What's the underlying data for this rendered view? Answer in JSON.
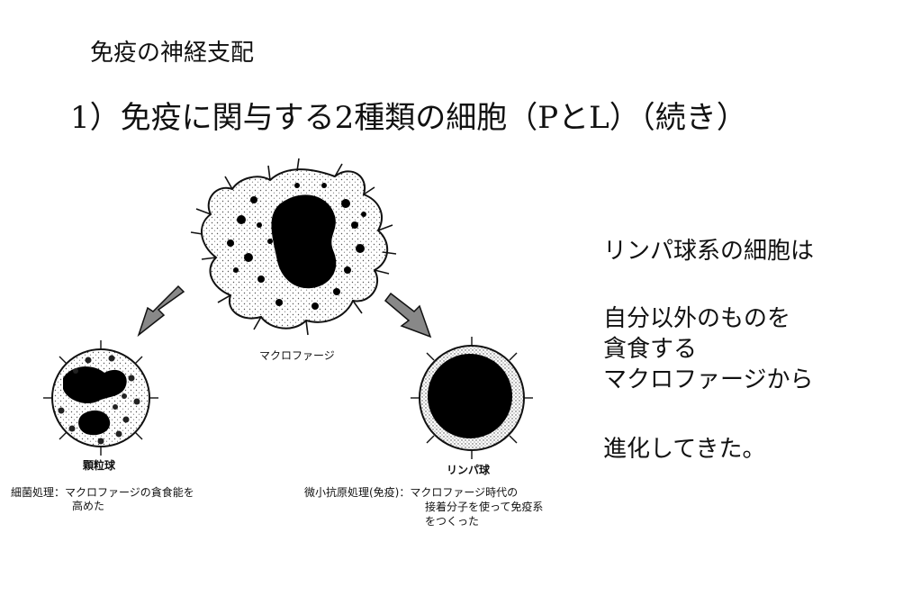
{
  "section_title": "免疫の神経支配",
  "main_title": "1）免疫に関与する2種類の細胞（PとL）（続き）",
  "side_text": {
    "line1": "リンパ球系の細胞は",
    "line2": "自分以外のものを",
    "line3": "貪食する",
    "line4": "マクロファージから",
    "line5": "進化してきた。"
  },
  "diagram": {
    "macrophage_label": "マクロファージ",
    "granulocyte_label": "顆粒球",
    "lymphocyte_label": "リンパ球",
    "granulocyte_caption": {
      "head": "細菌処理：",
      "line1": "マクロファージの貪食能を",
      "line2": "高めた"
    },
    "lymphocyte_caption": {
      "head": "微小抗原処理(免疫)：",
      "line1": "マクロファージ時代の",
      "line2": "接着分子を使って免疫系",
      "line3": "をつくった"
    }
  }
}
